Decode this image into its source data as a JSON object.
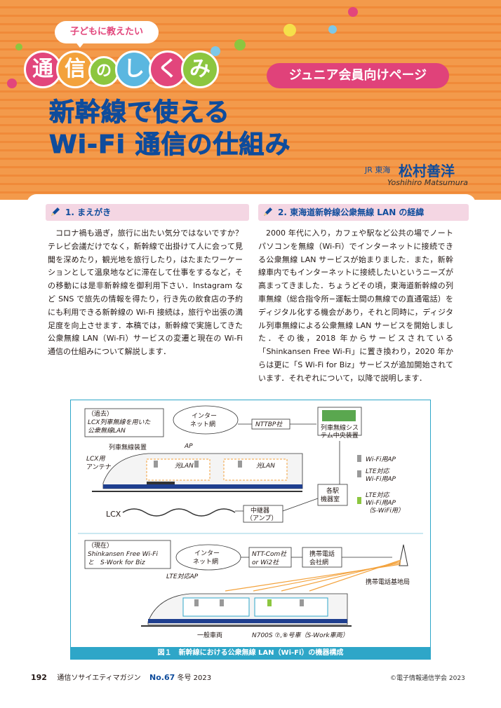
{
  "header": {
    "bubble": "子どもに教えたい",
    "logo_chars": [
      "通",
      "信",
      "の",
      "し",
      "く",
      "み"
    ],
    "section_pill": "ジュニア会員向けページ",
    "title_line1": "新幹線で使える",
    "title_line2": "Wi-Fi 通信の仕組み",
    "affiliation": "JR 東海",
    "author": "松村善洋",
    "author_en": "Yoshihiro Matsumura"
  },
  "section1": {
    "heading": "1. まえがき",
    "text": "コロナ禍も過ぎ，旅行に出たい気分ではないですか？テレビ会議だけでなく，新幹線で出掛けて人に会って見聞を深めたり，観光地を旅行したり，はたまたワーケーションとして温泉地などに滞在して仕事をするなど，その移動には是非新幹線を御利用下さい．Instagram など SNS で旅先の情報を得たり，行き先の飲食店の予約にも利用できる新幹線の Wi-Fi 接続は，旅行や出張の満足度を向上させます．本稿では，新幹線で実施してきた公衆無線 LAN（Wi-Fi）サービスの変遷と現在の Wi-Fi 通信の仕組みについて解説します．"
  },
  "section2": {
    "heading": "2. 東海道新幹線公衆無線 LAN の経緯",
    "text": "2000 年代に入り，カフェや駅など公共の場でノートパソコンを無線（Wi-Fi）でインターネットに接続できる公衆無線 LAN サービスが始まりました．また，新幹線車内でもインターネットに接続したいというニーズが高まってきました．ちょうどその頃，東海道新幹線の列車無線（総合指令所−運転士間の無線での直通電話）をディジタル化する機会があり，それと同時に，ディジタル列車無線による公衆無線 LAN サービスを開始しました．その後，2018 年からサービスされている「Shinkansen Free Wi-Fi」に置き換わり，2020 年からは更に「S Wi-Fi for Biz」サービスが追加開始されています．それぞれについて，以降で説明します．"
  },
  "figure": {
    "past_box": [
      "（過去）",
      "LCX列車無線を用いた",
      "公衆無線LAN"
    ],
    "internet": [
      "インター",
      "ネット網"
    ],
    "nttbp": "NTTBP社",
    "central": [
      "列車無線シス",
      "テム中央装置"
    ],
    "radio_device": "列車無線装置",
    "ap": "AP",
    "lcx_antenna": [
      "LCX用",
      "アンテナ"
    ],
    "hikari": "光LAN",
    "hikari2": "光LAN",
    "legend": [
      "Wi-Fi用AP",
      "LTE対応",
      "Wi-Fi用AP",
      "LTE対応",
      "Wi-Fi用AP",
      "（S-WiFi用）"
    ],
    "station_room": [
      "各駅",
      "機器室"
    ],
    "lcx": "LCX",
    "repeater": [
      "中継器",
      "（アンプ）"
    ],
    "now_box": [
      "（現在）",
      "Shinkansen Free Wi-Fi",
      "と　S-Work for Biz"
    ],
    "internet2": [
      "インター",
      "ネット網"
    ],
    "nttcom": [
      "NTT-Com社",
      "or Wi2社"
    ],
    "carrier": [
      "携帯電話",
      "会社網"
    ],
    "base_station": "携帯電話基地局",
    "lte_ap": "LTE対応AP",
    "car_normal": "一般車両",
    "car_swork": "N700S ⑦,⑧号車（S-Work車両）",
    "caption": "図１　新幹線における公衆無線 LAN（Wi-Fi）の機器構成"
  },
  "footer": {
    "page": "192",
    "magazine": "通信ソサイエティマガジン",
    "issue": "No.67",
    "season": "冬号",
    "year": "2023",
    "copyright": "©電子情報通信学会 2023"
  },
  "colors": {
    "accent_pink": "#e0427a",
    "title_blue": "#0f4c9c",
    "header_orange": "#f39a4b",
    "figure_teal": "#2ea6c8"
  }
}
